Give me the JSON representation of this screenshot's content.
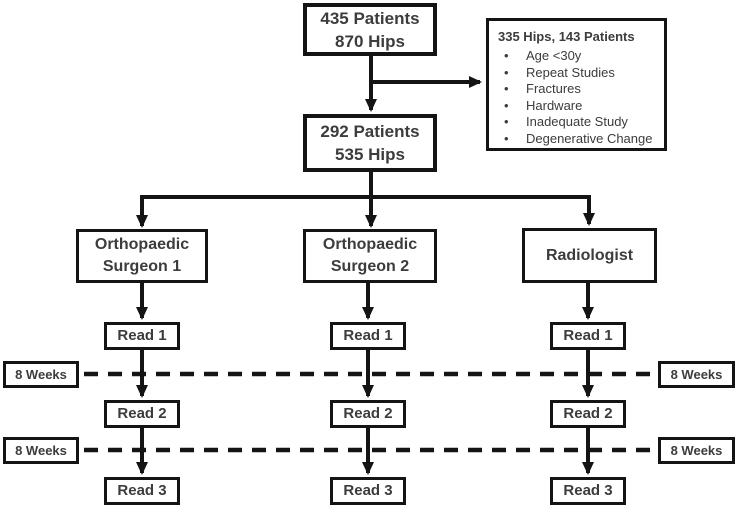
{
  "colors": {
    "line": "#141414",
    "text": "#3c3c3c",
    "background": "#ffffff"
  },
  "cohort": {
    "initial": {
      "line1": "435 Patients",
      "line2": "870 Hips"
    },
    "included": {
      "line1": "292 Patients",
      "line2": "535 Hips"
    }
  },
  "exclusions": {
    "title": "335 Hips, 143 Patients",
    "items": [
      "Age <30y",
      "Repeat Studies",
      "Fractures",
      "Hardware",
      "Inadequate Study",
      "Degenerative Change"
    ]
  },
  "readers": [
    {
      "name_line1": "Orthopaedic",
      "name_line2": "Surgeon 1",
      "reads": [
        "Read 1",
        "Read 2",
        "Read 3"
      ]
    },
    {
      "name_line1": "Orthopaedic",
      "name_line2": "Surgeon 2",
      "reads": [
        "Read 1",
        "Read 2",
        "Read 3"
      ]
    },
    {
      "name_line1": "Radiologist",
      "name_line2": "",
      "reads": [
        "Read 1",
        "Read 2",
        "Read 3"
      ]
    }
  ],
  "washout": {
    "label": "8 Weeks"
  }
}
